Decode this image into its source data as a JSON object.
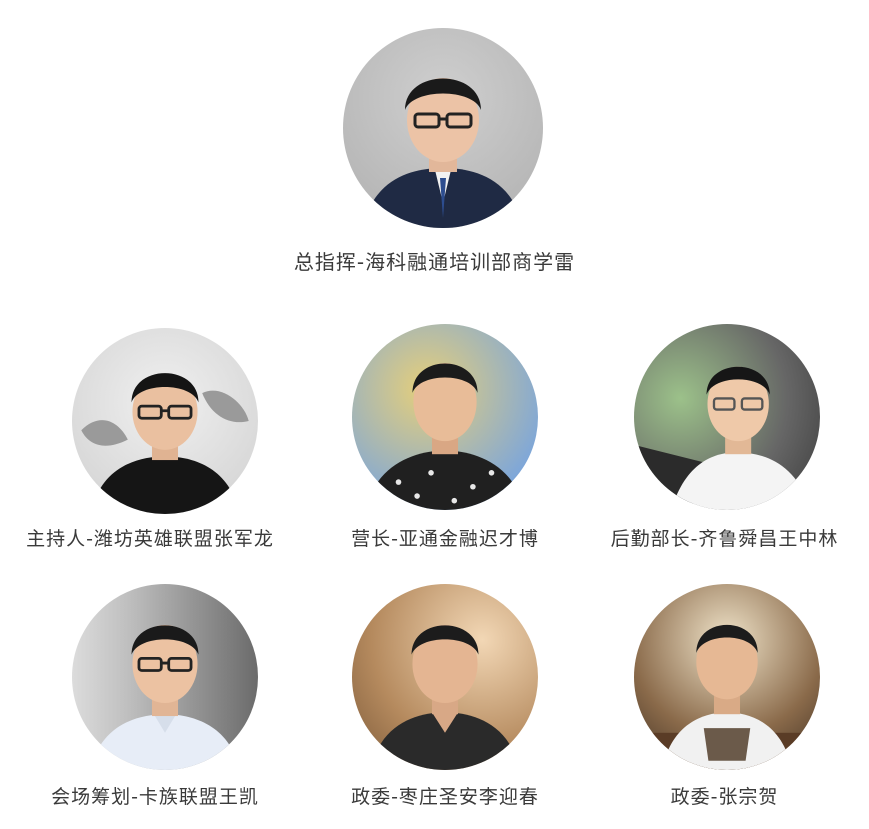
{
  "leader": {
    "caption": "总指挥-海科融通培训部商学雷",
    "portrait": "person-portrait-icon"
  },
  "row1": [
    {
      "caption": "主持人-潍坊英雄联盟张军龙",
      "portrait": "person-portrait-icon"
    },
    {
      "caption": "营长-亚通金融迟才博",
      "portrait": "person-portrait-icon"
    },
    {
      "caption": "后勤部长-齐鲁舜昌王中林",
      "portrait": "person-portrait-icon"
    }
  ],
  "row2": [
    {
      "caption": "会场筹划-卡族联盟王凯",
      "portrait": "person-portrait-icon"
    },
    {
      "caption": "政委-枣庄圣安李迎春",
      "portrait": "person-portrait-icon"
    },
    {
      "caption": "政委-张宗贺",
      "portrait": "person-portrait-icon"
    }
  ],
  "colors": {
    "background": "#ffffff",
    "caption_text": "#3a3a3a"
  }
}
